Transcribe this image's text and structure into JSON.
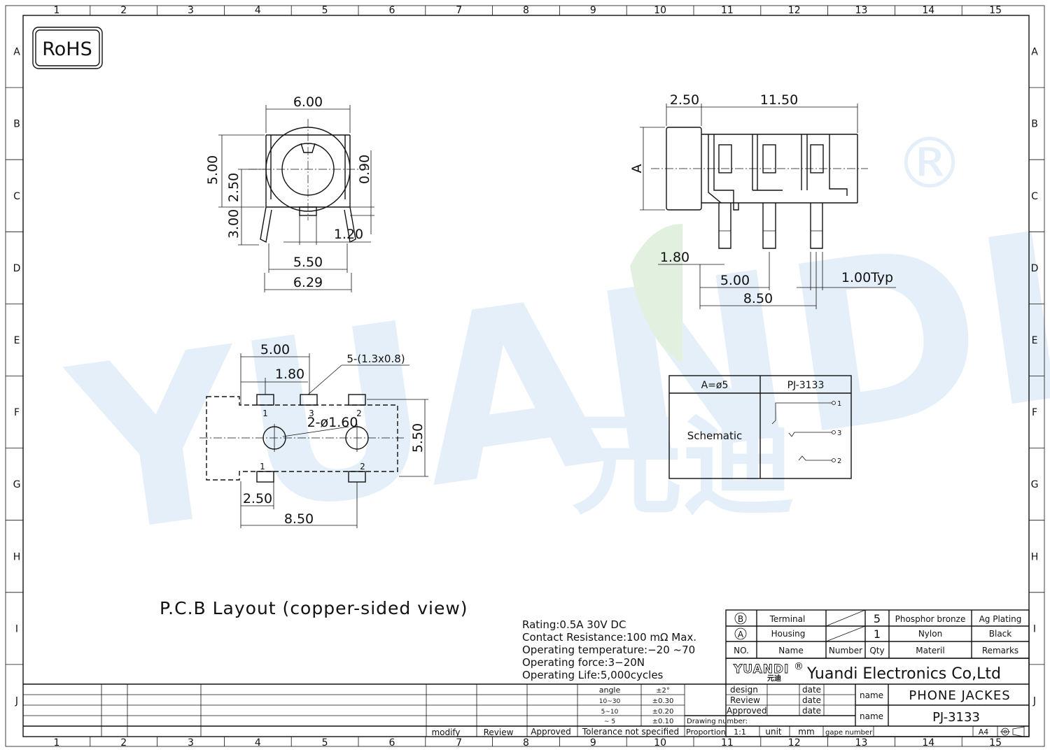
{
  "sheet": {
    "columns": [
      "1",
      "2",
      "3",
      "4",
      "5",
      "6",
      "7",
      "8",
      "9",
      "10",
      "11",
      "12",
      "13",
      "14",
      "15"
    ],
    "rows": [
      "A",
      "B",
      "C",
      "D",
      "E",
      "F",
      "G",
      "H",
      "I",
      "J"
    ],
    "rohs": "RoHS",
    "watermark": {
      "brand": "YUANDI",
      "reg": "®",
      "cn": "元迪"
    }
  },
  "front_view": {
    "dims": {
      "width_top": "6.00",
      "height_total": "5.00",
      "height_center": "2.50",
      "leg_height": "3.00",
      "slot": "0.90",
      "tab": "1.20",
      "leg_span": "5.50",
      "leg_outer": "6.29"
    }
  },
  "side_view": {
    "dims": {
      "front": "2.50",
      "body": "11.50",
      "diameter": "A",
      "pin1": "1.80",
      "pin_pitch": "5.00",
      "pin_span": "8.50",
      "pin_width": "1.00Typ"
    }
  },
  "pcb_layout": {
    "dims": {
      "pad_span": "5.00",
      "pad_pitch": "1.80",
      "pad_note": "5-(1.3x0.8)",
      "hole_note": "2-ø1.60",
      "height": "5.50",
      "bottom_pitch": "2.50",
      "bottom_span": "8.50"
    },
    "pads_top": [
      "1",
      "3",
      "2"
    ],
    "pads_bottom": [
      "1",
      "2"
    ],
    "title": "P.C.B Layout (copper-sided view)"
  },
  "schematic": {
    "header_left": "A=ø5",
    "header_right": "PJ-3133",
    "label": "Schematic",
    "pins": [
      "1",
      "3",
      "2"
    ]
  },
  "specs": [
    "Rating:0.5A 30V DC",
    "Contact Resistance:100 mΩ Max.",
    "Operating temperature:−20 ~70",
    "Operating force:3−20N",
    "Operating Life:5,000cycles"
  ],
  "bom": {
    "rows": [
      {
        "no": "B",
        "name": "Terminal",
        "number": "",
        "qty": "5",
        "material": "Phosphor bronze",
        "remarks": "Ag Plating"
      },
      {
        "no": "A",
        "name": "Housing",
        "number": "",
        "qty": "1",
        "material": "Nylon",
        "remarks": "Black"
      }
    ],
    "header": {
      "no": "NO.",
      "name": "Name",
      "number": "Number",
      "qty": "Qty",
      "material": "Materil",
      "remarks": "Remarks"
    }
  },
  "title_block": {
    "logo": "YUANDI",
    "logo_reg": "®",
    "logo_cn": "元迪",
    "company": "Yuandi Electronics Co,Ltd",
    "design": "design",
    "review": "Review",
    "approved": "Approved",
    "date": "date",
    "name_label": "name",
    "product_name": "PHONE JACKES",
    "part_number": "PJ-3133",
    "drawing_number": "Drawing number:",
    "proportion": "Proportion",
    "scale": "1:1",
    "unit_label": "unit",
    "unit": "mm",
    "gape_number": "gape number",
    "size": "A4"
  },
  "tolerance": {
    "rows": [
      {
        "range": "angle",
        "value": "±2°"
      },
      {
        "range": "10~30",
        "value": "±0.30"
      },
      {
        "range": "5~10",
        "value": "±0.20"
      },
      {
        "range": "~ 5",
        "value": "±0.10"
      }
    ],
    "footer": "Tolerance not specified"
  },
  "revision": {
    "modify": "modify",
    "review": "Review",
    "approved": "Approved"
  }
}
